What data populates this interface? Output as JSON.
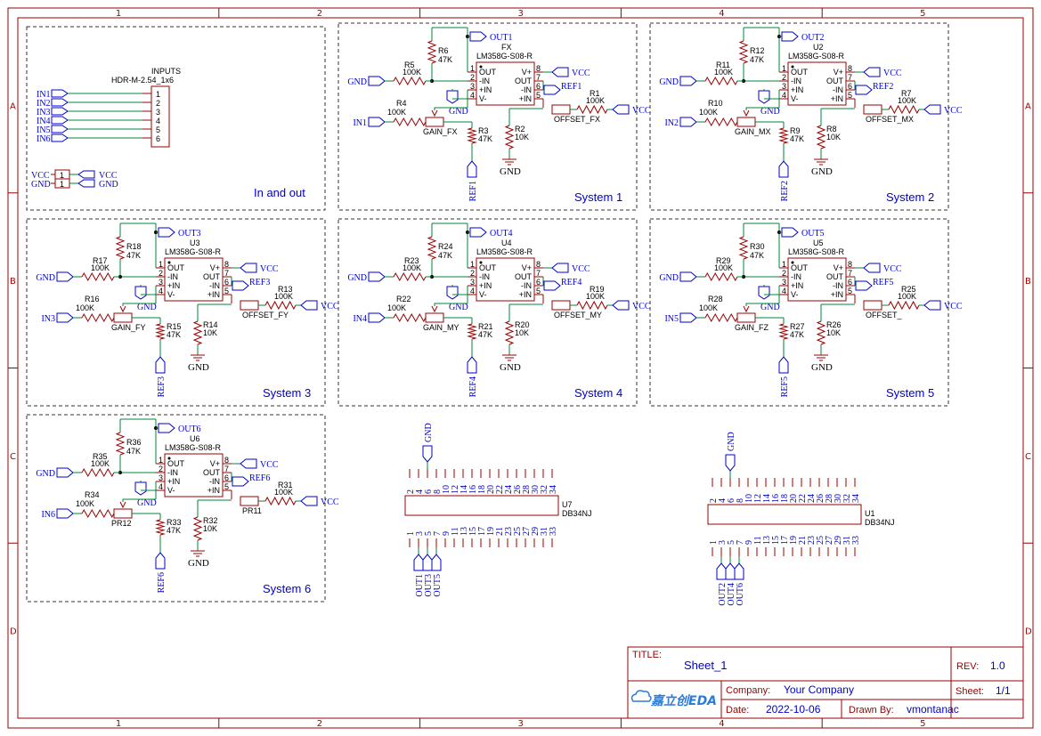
{
  "frame": {
    "columns": [
      "1",
      "2",
      "3",
      "4",
      "5"
    ],
    "rows": [
      "A",
      "B",
      "C",
      "D"
    ]
  },
  "inout": {
    "title": "In and out",
    "header_name": "INPUTS",
    "header_part": "HDR-M-2.54_1x6",
    "inputs": [
      "IN1",
      "IN2",
      "IN3",
      "IN4",
      "IN5",
      "IN6"
    ],
    "pin_numbers": [
      "1",
      "2",
      "3",
      "4",
      "5",
      "6"
    ],
    "power": [
      {
        "net": "VCC",
        "pin": "1",
        "label": "VCC"
      },
      {
        "net": "GND",
        "pin": "1",
        "label": "GND"
      }
    ]
  },
  "systems": [
    {
      "title": "System 1",
      "u": "FX",
      "out": "OUT1",
      "ref": "REF1",
      "in": "IN1",
      "rg1": "R5",
      "rg2": "R6",
      "rpot_l": "R4",
      "rvref_top": "R3",
      "rvref_bot": "R2",
      "roff": "R1",
      "gain": "GAIN_FX",
      "offset": "OFFSET_FX"
    },
    {
      "title": "System 2",
      "u": "U2",
      "out": "OUT2",
      "ref": "REF2",
      "in": "IN2",
      "rg1": "R11",
      "rg2": "R12",
      "rpot_l": "R10",
      "rvref_top": "R9",
      "rvref_bot": "R8",
      "roff": "R7",
      "gain": "GAIN_MX",
      "offset": "OFFSET_MX"
    },
    {
      "title": "System 3",
      "u": "U3",
      "out": "OUT3",
      "ref": "REF3",
      "in": "IN3",
      "rg1": "R17",
      "rg2": "R18",
      "rpot_l": "R16",
      "rvref_top": "R15",
      "rvref_bot": "R14",
      "roff": "R13",
      "gain": "GAIN_FY",
      "offset": "OFFSET_FY"
    },
    {
      "title": "System 4",
      "u": "U4",
      "out": "OUT4",
      "ref": "REF4",
      "in": "IN4",
      "rg1": "R23",
      "rg2": "R24",
      "rpot_l": "R22",
      "rvref_top": "R21",
      "rvref_bot": "R20",
      "roff": "R19",
      "gain": "GAIN_MY",
      "offset": "OFFSET_MY"
    },
    {
      "title": "System 5",
      "u": "U5",
      "out": "OUT5",
      "ref": "REF5",
      "in": "IN5",
      "rg1": "R29",
      "rg2": "R30",
      "rpot_l": "R28",
      "rvref_top": "R27",
      "rvref_bot": "R26",
      "roff": "R25",
      "gain": "GAIN_FZ",
      "offset": "OFFSET_"
    },
    {
      "title": "System 6",
      "u": "U6",
      "out": "OUT6",
      "ref": "REF6",
      "in": "IN6",
      "rg1": "R35",
      "rg2": "R36",
      "rpot_l": "R34",
      "rvref_top": "R33",
      "rvref_bot": "R32",
      "roff": "R31",
      "gain": "PR12",
      "offset": "PR11"
    }
  ],
  "common": {
    "opamp": "LM358G-S08-R",
    "v100k": "100K",
    "v47k": "47K",
    "v10k": "10K",
    "vcc": "VCC",
    "gnd": "GND",
    "op_left_pins": [
      "OUT",
      "-IN",
      "+IN",
      "V-"
    ],
    "op_right_pins": [
      "V+",
      "OUT",
      "-IN",
      "+IN"
    ],
    "op_left_nums": [
      "1",
      "2",
      "3",
      "4"
    ],
    "op_right_nums": [
      "8",
      "7",
      "6",
      "5"
    ]
  },
  "connectors": [
    {
      "ref": "U7",
      "part": "DB34NJ",
      "gnd": "GND",
      "outs": [
        "OUT1",
        "OUT3",
        "OUT5"
      ]
    },
    {
      "ref": "U1",
      "part": "DB34NJ",
      "gnd": "GND",
      "outs": [
        "OUT2",
        "OUT4",
        "OUT6"
      ]
    }
  ],
  "conn_top_pins": [
    "2",
    "4",
    "6",
    "8",
    "10",
    "12",
    "14",
    "16",
    "18",
    "20",
    "22",
    "24",
    "26",
    "28",
    "30",
    "32",
    "34"
  ],
  "conn_bot_pins": [
    "1",
    "3",
    "5",
    "7",
    "9",
    "11",
    "13",
    "15",
    "17",
    "19",
    "21",
    "23",
    "25",
    "27",
    "29",
    "31",
    "33"
  ],
  "titleblock": {
    "title_label": "TITLE:",
    "title": "Sheet_1",
    "rev_label": "REV:",
    "rev": "1.0",
    "logo": "嘉立创EDA",
    "company_label": "Company:",
    "company": "Your Company",
    "sheet_label": "Sheet:",
    "sheet": "1/1",
    "date_label": "Date:",
    "date": "2022-10-06",
    "drawn_label": "Drawn By:",
    "drawn": "vmontanac"
  },
  "colors": {
    "frame": "#990000",
    "wire": "#00843D",
    "net": "#0000cc"
  }
}
